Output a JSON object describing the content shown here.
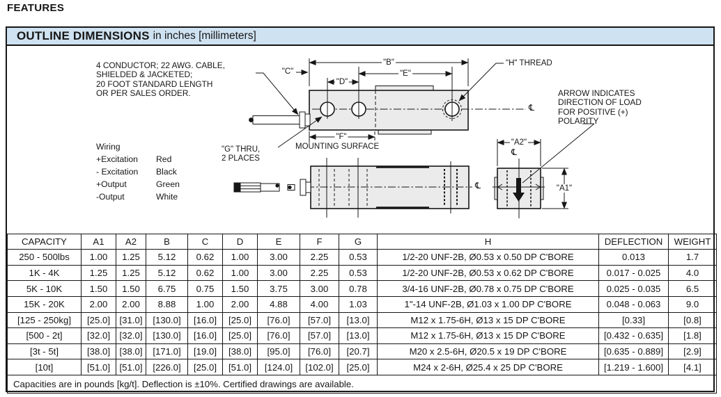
{
  "page": {
    "features_heading": "FEATURES"
  },
  "panel": {
    "title_bold": "OUTLINE DIMENSIONS",
    "title_rest": "in inches [millimeters]"
  },
  "colors": {
    "header_bg": "#cfe2f1",
    "metal_fill": "#ebebeb",
    "line_ink": "#161616"
  },
  "drawing": {
    "cable_note": [
      "4 CONDUCTOR; 22 AWG. CABLE,",
      "SHIELDED & JACKETED;",
      "20 FOOT STANDARD LENGTH",
      "OR PER SALES ORDER."
    ],
    "arrow_note": [
      "ARROW INDICATES",
      "DIRECTION OF LOAD",
      "FOR POSITIVE (+)",
      "POLARITY"
    ],
    "wiring": {
      "title": "Wiring",
      "rows": [
        {
          "label": "+Excitation",
          "color": "Red"
        },
        {
          "label": "- Excitation",
          "color": "Black"
        },
        {
          "label": "+Output",
          "color": "Green"
        },
        {
          "label": "-Output",
          "color": "White"
        }
      ]
    },
    "labels": {
      "b": "\"B\"",
      "c": "\"C\"",
      "d": "\"D\"",
      "e": "\"E\"",
      "f": "\"F\"",
      "g_thru_line1": "\"G\" THRU,",
      "g_thru_line2": "2 PLACES",
      "h_thread": "\"H\" THREAD",
      "mounting_surface": "MOUNTING SURFACE",
      "a1": "\"A1\"",
      "a2": "\"A2\"",
      "centerline_symbol": "℄"
    }
  },
  "table": {
    "headers": [
      "CAPACITY",
      "A1",
      "A2",
      "B",
      "C",
      "D",
      "E",
      "F",
      "G",
      "H",
      "DEFLECTION",
      "WEIGHT"
    ],
    "rows": [
      [
        "250 - 500lbs",
        "1.00",
        "1.25",
        "5.12",
        "0.62",
        "1.00",
        "3.00",
        "2.25",
        "0.53",
        "1/2-20 UNF-2B, Ø0.53 x 0.50 DP C'BORE",
        "0.013",
        "1.7"
      ],
      [
        "1K - 4K",
        "1.25",
        "1.25",
        "5.12",
        "0.62",
        "1.00",
        "3.00",
        "2.25",
        "0.53",
        "1/2-20 UNF-2B, Ø0.53 x 0.62 DP C'BORE",
        "0.017 - 0.025",
        "4.0"
      ],
      [
        "5K - 10K",
        "1.50",
        "1.50",
        "6.75",
        "0.75",
        "1.50",
        "3.75",
        "3.00",
        "0.78",
        "3/4-16 UNF-2B, Ø0.78 x 0.75 DP C'BORE",
        "0.025 - 0.035",
        "6.5"
      ],
      [
        "15K - 20K",
        "2.00",
        "2.00",
        "8.88",
        "1.00",
        "2.00",
        "4.88",
        "4.00",
        "1.03",
        "1\"-14 UNF-2B, Ø1.03 x 1.00 DP C'BORE",
        "0.048 - 0.063",
        "9.0"
      ],
      [
        "[125 - 250kg]",
        "[25.0]",
        "[31.0]",
        "[130.0]",
        "[16.0]",
        "[25.0]",
        "[76.0]",
        "[57.0]",
        "[13.0]",
        "M12 x 1.75-6H, Ø13 x 15 DP C'BORE",
        "[0.33]",
        "[0.8]"
      ],
      [
        "[500 - 2t]",
        "[32.0]",
        "[32.0]",
        "[130.0]",
        "[16.0]",
        "[25.0]",
        "[76.0]",
        "[57.0]",
        "[13.0]",
        "M12 x 1.75-6H, Ø13 x 15 DP C'BORE",
        "[0.432 - 0.635]",
        "[1.8]"
      ],
      [
        "[3t - 5t]",
        "[38.0]",
        "[38.0]",
        "[171.0]",
        "[19.0]",
        "[38.0]",
        "[95.0]",
        "[76.0]",
        "[20.7]",
        "M20 x 2.5-6H, Ø20.5 x 19 DP C'BORE",
        "[0.635 - 0.889]",
        "[2.9]"
      ],
      [
        "[10t]",
        "[51.0]",
        "[51.0]",
        "[226.0]",
        "[25.0]",
        "[51.0]",
        "[124.0]",
        "[102.0]",
        "[25.0]",
        "M24 x 2-6H, Ø25.4 x 25 DP C'BORE",
        "[1.219 - 1.600]",
        "[4.1]"
      ]
    ],
    "footnote": "Capacities are in pounds [kg/t]. Deflection is ±10%. Certified drawings are available."
  }
}
